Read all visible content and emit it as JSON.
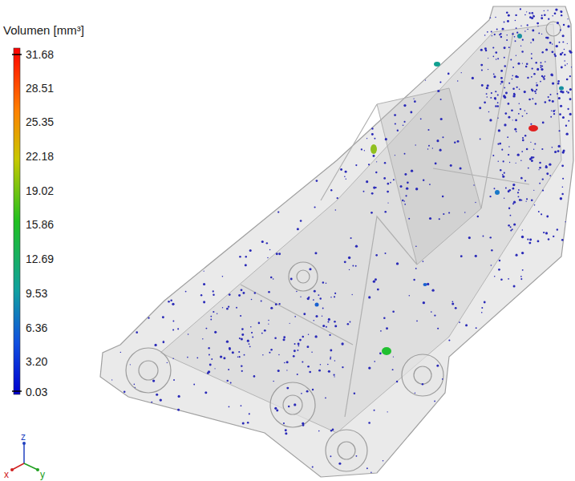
{
  "diagram": {
    "labels": [
      "Volumen [mm³]",
      "31.68",
      "28.51",
      "25.35",
      "22.18",
      "19.02",
      "15.86",
      "12.69",
      "9.53",
      "6.36",
      "3.20",
      "0.03",
      "z",
      "x",
      "y"
    ]
  }
}
